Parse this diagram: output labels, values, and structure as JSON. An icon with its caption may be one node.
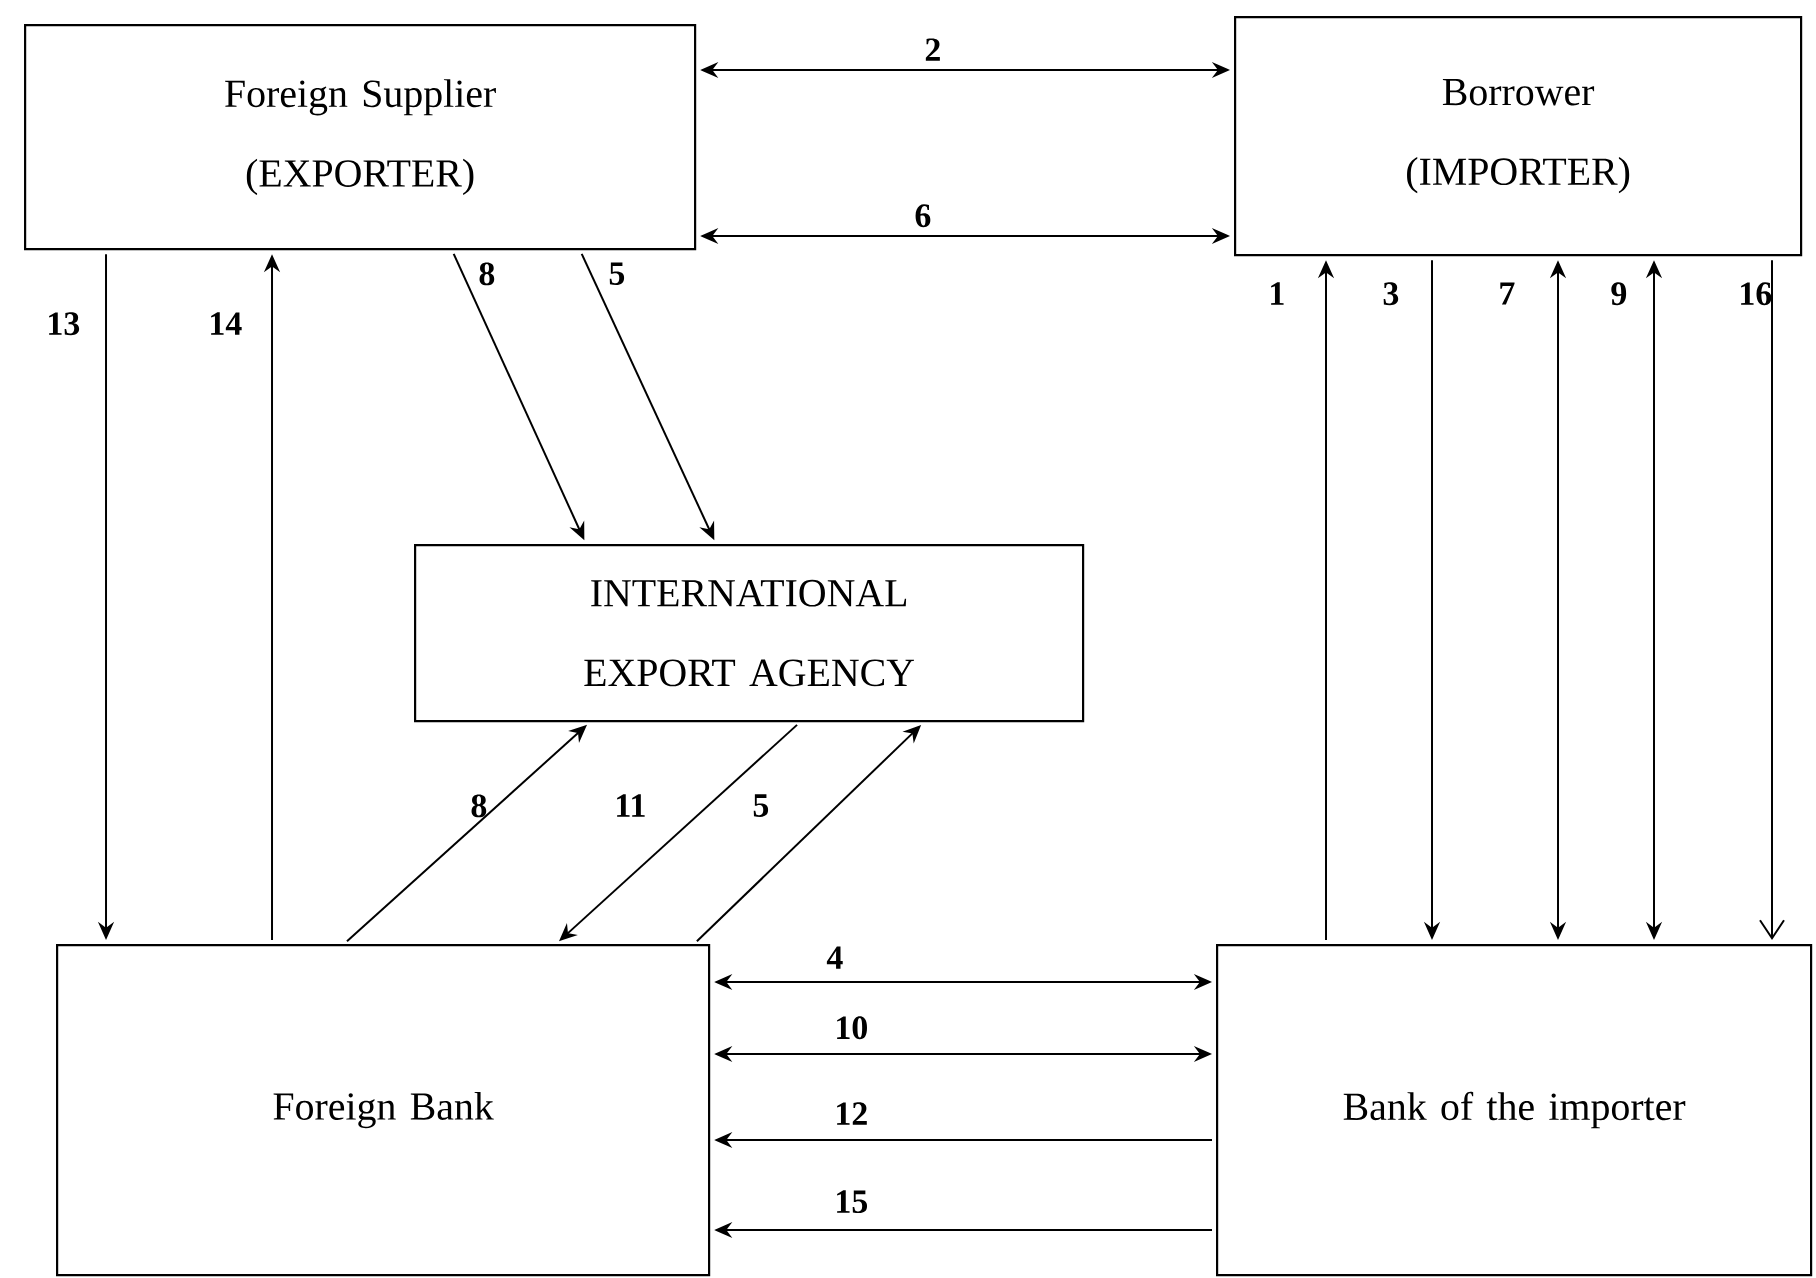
{
  "diagram": {
    "nodes": [
      {
        "text": [
          "Foreign Supplier (EXPORTER)"
        ]
      },
      {
        "text": [
          "Borrower (IMPORTER)"
        ]
      },
      {
        "text": [
          "INTERNATIONAL EXPORT AGENCY"
        ]
      },
      {
        "text": [
          "Foreign Bank"
        ]
      },
      {
        "text": [
          "Bank of the importer"
        ]
      }
    ],
    "edges": [
      {
        "from": 0,
        "to": 1,
        "arrow": "both",
        "label": "2"
      },
      {
        "from": 0,
        "to": 1,
        "arrow": "both",
        "label": "6"
      },
      {
        "from": 0,
        "to": 2,
        "arrow": "to",
        "label": "8"
      },
      {
        "from": 0,
        "to": 2,
        "arrow": "to",
        "label": "5"
      },
      {
        "from": 0,
        "to": 3,
        "arrow": "to",
        "label": "13"
      },
      {
        "from": 3,
        "to": 0,
        "arrow": "to",
        "label": "14"
      },
      {
        "from": 3,
        "to": 2,
        "arrow": "to",
        "label": "8"
      },
      {
        "from": 2,
        "to": 3,
        "arrow": "to",
        "label": "11"
      },
      {
        "from": 3,
        "to": 2,
        "arrow": "to",
        "label": "5"
      },
      {
        "from": 4,
        "to": 1,
        "arrow": "to",
        "label": "1"
      },
      {
        "from": 1,
        "to": 4,
        "arrow": "to",
        "label": "3"
      },
      {
        "from": 1,
        "to": 4,
        "arrow": "both",
        "label": "7"
      },
      {
        "from": 1,
        "to": 4,
        "arrow": "both",
        "label": "9"
      },
      {
        "from": 1,
        "to": 4,
        "arrow": "to",
        "label": "16"
      },
      {
        "from": 3,
        "to": 4,
        "arrow": "both",
        "label": "4"
      },
      {
        "from": 3,
        "to": 4,
        "arrow": "both",
        "label": "10"
      },
      {
        "from": 4,
        "to": 3,
        "arrow": "to",
        "label": "12"
      },
      {
        "from": 4,
        "to": 3,
        "arrow": "to",
        "label": "15"
      }
    ]
  }
}
